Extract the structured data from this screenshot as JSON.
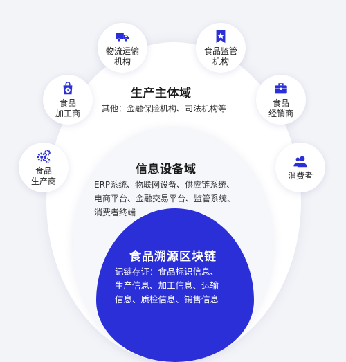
{
  "theme": {
    "accent": "#2b2fd8",
    "background": "#f3f4f8"
  },
  "outer_domain": {
    "title": "生产主体域",
    "desc": "其他：金融保险机构、司法机构等"
  },
  "middle_domain": {
    "title": "信息设备域",
    "desc": [
      "ERP系统、物联网设备、供应链系统、",
      "电商平台、金融交易平台、监管系统、",
      "消费者终端"
    ]
  },
  "core": {
    "title": "食品溯源区块链",
    "desc": [
      "记链存证：食品标识信息、",
      "生产信息、加工信息、运输",
      "信息、质检信息、销售信息"
    ]
  },
  "nodes": [
    {
      "icon": "gears-icon",
      "lines": [
        "食品",
        "生产商"
      ]
    },
    {
      "icon": "bag-clock-icon",
      "lines": [
        "食品",
        "加工商"
      ]
    },
    {
      "icon": "truck-icon",
      "lines": [
        "物流运输",
        "机构"
      ]
    },
    {
      "icon": "star-badge-icon",
      "lines": [
        "食品监管",
        "机构"
      ]
    },
    {
      "icon": "briefcase-icon",
      "lines": [
        "食品",
        "经销商"
      ]
    },
    {
      "icon": "users-icon",
      "lines": [
        "消费者"
      ]
    }
  ]
}
